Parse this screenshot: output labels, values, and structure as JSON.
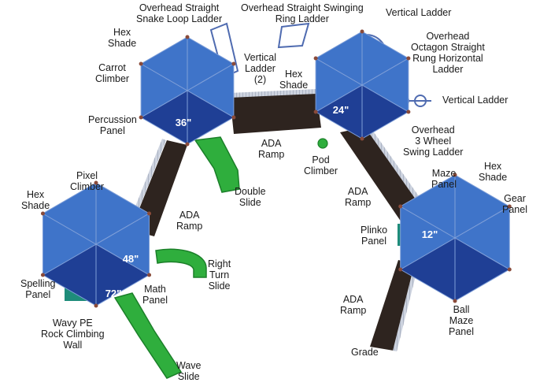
{
  "labels": {
    "overhead_snake": "Overhead Straight\nSnake Loop Ladder",
    "overhead_ring": "Overhead Straight Swinging\nRing Ladder",
    "vertical_ladder_top": "Vertical Ladder",
    "hex_shade_1": "Hex\nShade",
    "overhead_octagon": "Overhead\nOctagon Straight\nRung Horizontal\nLadder",
    "carrot_climber": "Carrot\nClimber",
    "vertical_ladder_2": "Vertical\nLadder\n(2)",
    "hex_shade_2": "Hex\nShade",
    "vertical_ladder_right": "Vertical Ladder",
    "percussion_panel": "Percussion\nPanel",
    "ada_ramp_top": "ADA\nRamp",
    "pod_climber": "Pod\nClimber",
    "overhead_3wheel": "Overhead\n3 Wheel\nSwing Ladder",
    "maze_panel": "Maze\nPanel",
    "hex_shade_right": "Hex\nShade",
    "pixel_climber": "Pixel\nClimber",
    "double_slide": "Double\nSlide",
    "ada_ramp_mid": "ADA\nRamp",
    "gear_panel": "Gear\nPanel",
    "hex_shade_left": "Hex\nShade",
    "ada_ramp_left": "ADA\nRamp",
    "plinko_panel": "Plinko\nPanel",
    "right_turn_slide": "Right\nTurn\nSlide",
    "spelling_panel": "Spelling\nPanel",
    "math_panel": "Math\nPanel",
    "ada_ramp_bottom": "ADA\nRamp",
    "ball_maze_panel": "Ball\nMaze\nPanel",
    "wavy_pe_wall": "Wavy PE\nRock Climbing\nWall",
    "grade": "Grade",
    "wave_slide": "Wave\nSlide"
  },
  "heights": {
    "deck_36": "36\"",
    "deck_24": "24\"",
    "deck_12": "12\"",
    "deck_48": "48\"",
    "deck_72": "72\""
  },
  "colors": {
    "roof_blue": "#3f74c9",
    "roof_dark": "#1f3f95",
    "deck_brown": "#2e241f",
    "slide_green": "#2fae3d",
    "panel_teal": "#1e8c7a",
    "railing": "#9aa3b5"
  }
}
